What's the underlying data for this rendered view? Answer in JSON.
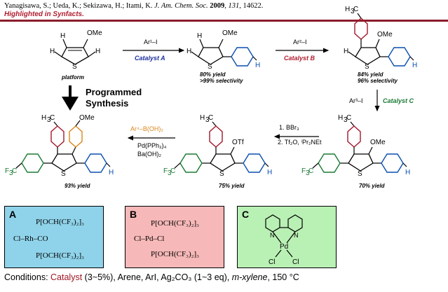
{
  "reference": {
    "authors": "Yanagisawa, S.; Ueda, K.; Sekizawa, H.; Itami, K.",
    "journal": "J. Am. Chem. Soc.",
    "year": "2009",
    "volume": "131",
    "pages": "14622.",
    "highlight": "Highlighted in Synfacts."
  },
  "scheme": {
    "platform_label": "platform",
    "step1": {
      "reagent": "Ar¹–I",
      "catalyst": "Catalyst A",
      "yield": "80% yield",
      "selectivity": ">99% selectivity"
    },
    "step2": {
      "reagent": "Ar²–I",
      "catalyst": "Catalyst B",
      "yield": "84% yield",
      "selectivity": "96% selectivity"
    },
    "step3": {
      "reagent": "Ar³–I",
      "catalyst": "Catalyst C",
      "yield": "70% yield"
    },
    "step4": {
      "reagent_line1": "1. BBr₃",
      "reagent_line2": "2. Tf₂O, ⁱPr₂NEt",
      "yield": "75% yield"
    },
    "step5": {
      "reagent": "Ar⁴–B(OH)₂",
      "cond_line1": "Pd(PPh₃)₄",
      "cond_line2": "Ba(OH)₂",
      "yield": "93% yield"
    },
    "programmed_line1": "Programmed",
    "programmed_line2": "Synthesis"
  },
  "catalysts": {
    "A": {
      "letter": "A",
      "line1": "P[OCH(CF₃)₂]₃",
      "line2": "Cl–Rh–CO",
      "line3": "P[OCH(CF₃)₂]₃",
      "color": "#8fd3ea"
    },
    "B": {
      "letter": "B",
      "line1": "P[OCH(CF₃)₂]₃",
      "line2": "Cl–Pd–Cl",
      "line3": "P[OCH(CF₃)₂]₃",
      "color": "#f6b8b8"
    },
    "C": {
      "letter": "C",
      "metal": "Pd",
      "ligand": "Cl",
      "color": "#b9f0b4"
    }
  },
  "conditions": {
    "label": "Conditions:",
    "catalyst": "Catalyst",
    "rest": "(3~5%), Arene, ArI, Ag₂CO₃ (1~3 eq),",
    "solvent": "m-xylene",
    "temp": ", 150 °C"
  },
  "colors": {
    "ar1": "#0a4fb0",
    "ar2": "#a3182c",
    "ar3": "#1a7a34",
    "ar4": "#d9861c",
    "catA": "#1d2f9c",
    "catB": "#b01c2e",
    "catC": "#1a7a34"
  }
}
